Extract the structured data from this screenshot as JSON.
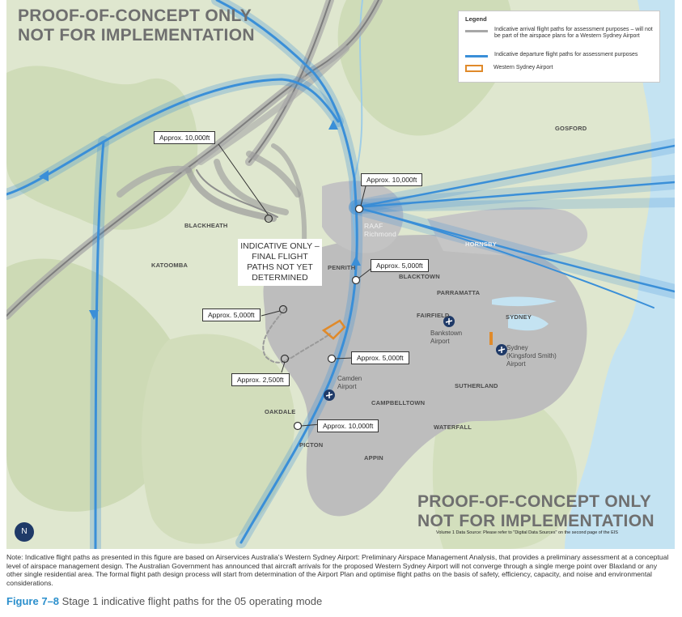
{
  "watermark": {
    "top_line1": "PROOF-OF-CONCEPT ONLY",
    "top_line2": "NOT FOR IMPLEMENTATION",
    "bottom_line1": "PROOF-OF-CONCEPT ONLY",
    "bottom_line2": "NOT FOR IMPLEMENTATION"
  },
  "legend": {
    "title": "Legend",
    "items": [
      {
        "label": "Indicative arrival flight paths for assessment purposes – will not be part of the airspace plans for a Western Sydney Airport",
        "color": "#a7a7a7"
      },
      {
        "label": "Indicative departure flight paths for assessment purposes",
        "color": "#3a8fd8"
      },
      {
        "label": "Western Sydney Airport",
        "color": "#e08a2a"
      }
    ]
  },
  "center_note": {
    "line1": "INDICATIVE ONLY –",
    "line2": "FINAL FLIGHT",
    "line3": "PATHS NOT YET",
    "line4": "DETERMINED"
  },
  "callouts": {
    "c1": "Approx. 10,000ft",
    "c2": "Approx. 10,000ft",
    "c3": "Approx. 5,000ft",
    "c4": "Approx. 5,000ft",
    "c5": "Approx. 5,000ft",
    "c6": "Approx. 2,500ft",
    "c7": "Approx. 10,000ft"
  },
  "places": {
    "gosford": "GOSFORD",
    "blackheath": "BLACKHEATH",
    "katoomba": "KATOOMBA",
    "penrith": "PENRITH",
    "raaf": "RAAF",
    "richmond": "Richmond",
    "hornsby": "HORNSBY",
    "blacktown": "BLACKTOWN",
    "parramatta": "PARRAMATTA",
    "fairfield": "FAIRFIELD",
    "sydney": "SYDNEY",
    "bankstown1": "Bankstown",
    "bankstown2": "Airport",
    "ks1": "Sydney",
    "ks2": "(Kingsford Smith)",
    "ks3": "Airport",
    "camden1": "Camden",
    "camden2": "Airport",
    "sutherland": "SUTHERLAND",
    "campbelltown": "CAMPBELLTOWN",
    "oakdale": "OAKDALE",
    "waterfall": "WATERFALL",
    "picton": "PICTON",
    "appin": "APPIN"
  },
  "source": "Volume 1 Data Source: Please refer to \"Digital Data Sources\" on the second page of the EIS",
  "logo_text": "N",
  "note": "Note: Indicative flight paths as presented in this figure are based on Airservices Australia's Western Sydney Airport: Preliminary Airspace Management Analysis, that provides a preliminary assessment at a conceptual level of airspace management design. The Australian Government has announced that aircraft arrivals for the proposed Western Sydney Airport will not converge through a single merge point over Blaxland or any other single residential area. The formal flight path design process will start from determination of the Airport Plan and optimise flight paths on the basis of safety, efficiency, capacity, and noise and environmental considerations.",
  "caption": {
    "figure": "Figure 7–8",
    "text": " Stage 1 indicative flight paths for the 05 operating mode"
  },
  "colors": {
    "departure": "#3a8fd8",
    "arrival": "#a7a7a7",
    "airport": "#e08a2a",
    "sea": "#c4e3f2",
    "land": "#dfe7cf",
    "urban": "#bfbfbf"
  }
}
